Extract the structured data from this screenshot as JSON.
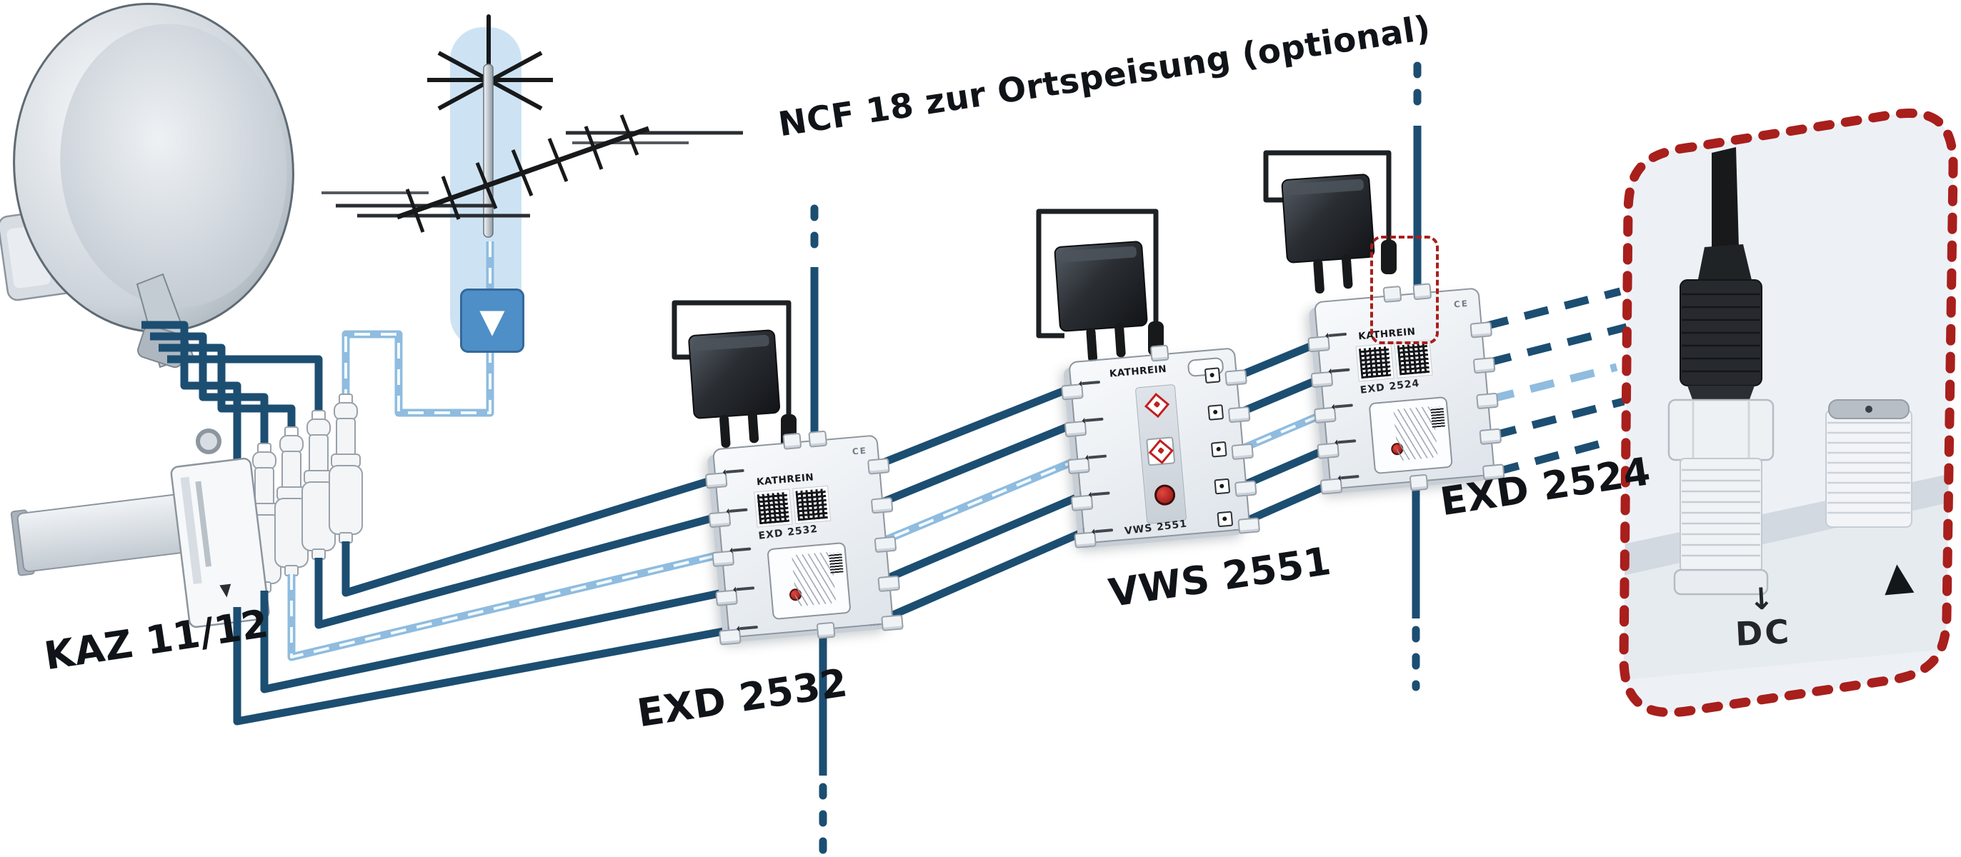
{
  "labels": {
    "note": "NCF 18 zur Ortspeisung (optional)",
    "kaz": "KAZ 11/12",
    "exd2532": "EXD 2532",
    "vws2551": "VWS 2551",
    "exd2524": "EXD 2524",
    "dc": "DC",
    "brand": "KATHREIN",
    "ce": "CE",
    "down_arrow": "↓",
    "triangle_up": "▲",
    "triangle_down": "▼"
  },
  "colors": {
    "cable_satellite": "#1c4e72",
    "cable_terrestrial": "#8fbcdf",
    "cable_terrestrial_core": "#f3fafe",
    "highlight_red": "#a81f1c",
    "amplifier_blue": "#4e8fc7",
    "device_border": "#8d959e",
    "adapter_dark": "#1d2124",
    "antenna_band": "#cde3f3",
    "region_fill": "#edf1f6",
    "ink": "#101418"
  }
}
